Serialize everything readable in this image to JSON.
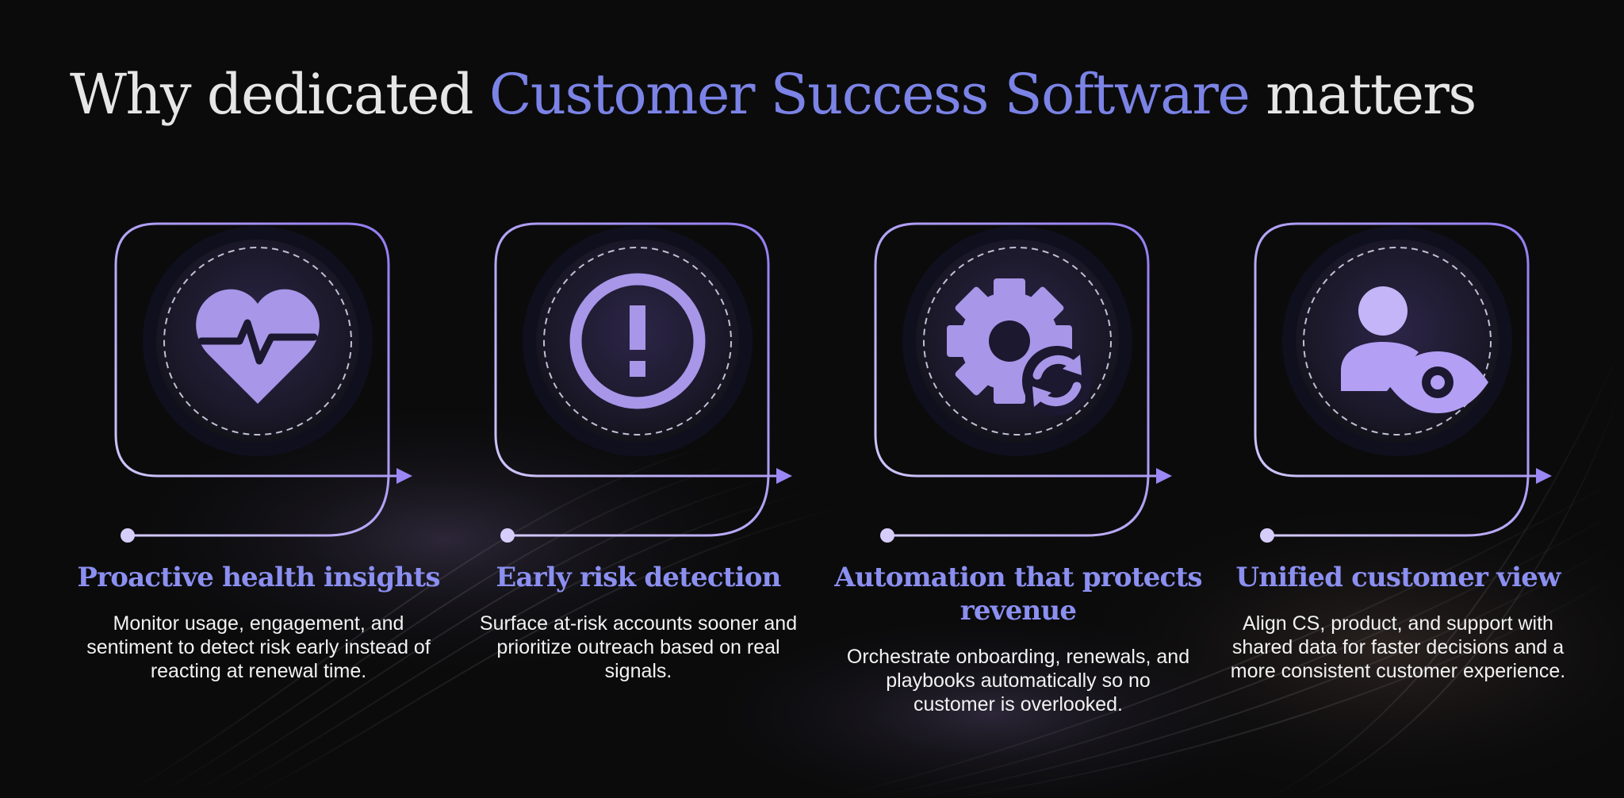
{
  "title": {
    "prefix": "Why dedicated ",
    "highlight": "Customer Success Software",
    "suffix": " matters"
  },
  "colors": {
    "accent": "#7b83e6",
    "card_title": "#8b8ff0",
    "frame": "#9b87f5",
    "icon": "#b3a0f5",
    "background": "#0b0b0c"
  },
  "cards": [
    {
      "icon": "heart-pulse-icon",
      "title": "Proactive health insights",
      "description": "Monitor usage, engagement, and sentiment to detect risk early instead of reacting at renewal time."
    },
    {
      "icon": "alert-circle-icon",
      "title": "Early risk detection",
      "description": "Surface at-risk accounts sooner and prioritize outreach based on real signals."
    },
    {
      "icon": "gear-sync-icon",
      "title": "Automation that protects revenue",
      "description": "Orchestrate onboarding, renewals, and playbooks automatically so no customer is overlooked."
    },
    {
      "icon": "user-eye-icon",
      "title": "Unified customer view",
      "description": "Align CS, product, and support with shared data for faster decisions and a more consistent customer experience."
    }
  ]
}
